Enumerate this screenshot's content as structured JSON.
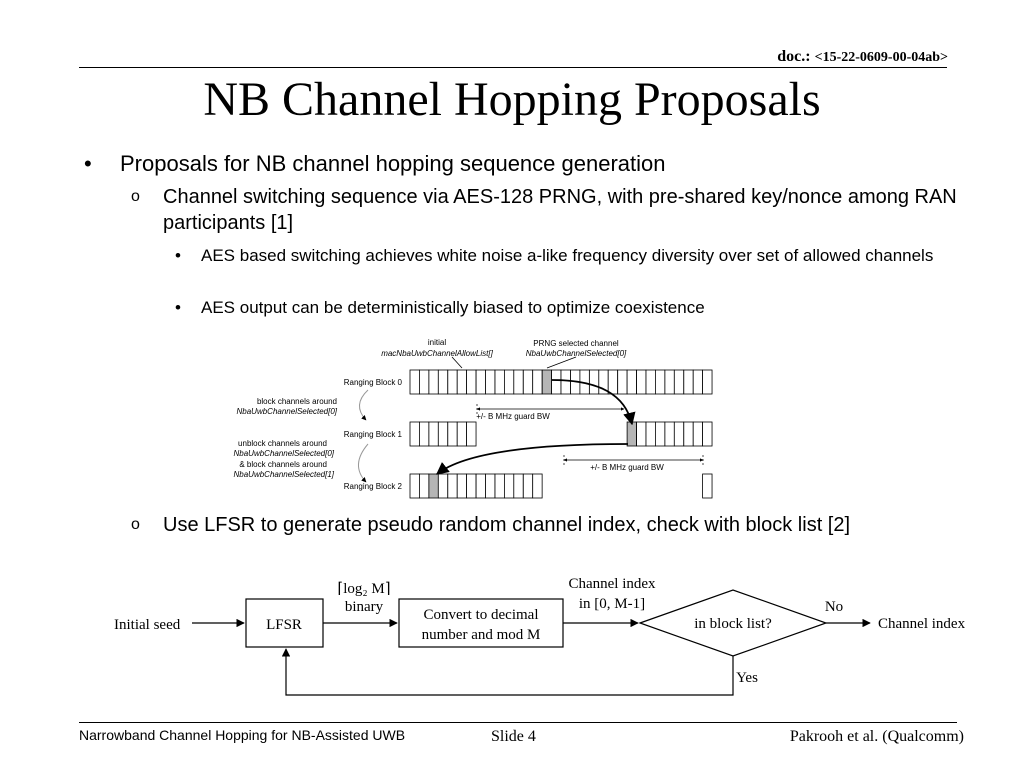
{
  "header": {
    "doc_label": "doc.:",
    "doc_id": "<15-22-0609-00-04ab>",
    "title": "NB Channel Hopping Proposals"
  },
  "bullets": {
    "l1": "Proposals for NB channel hopping sequence generation",
    "l2a": "Channel switching sequence via AES-128 PRNG, with pre-shared key/nonce among RAN participants [1]",
    "l3a": "AES based switching achieves white noise a-like frequency diversity over set of allowed channels",
    "l3b": "AES output can be deterministically biased to optimize coexistence",
    "l2b": "Use LFSR to generate pseudo random channel index, check with block list [2]",
    "markers": {
      "level1": "•",
      "level2": "o",
      "level3": "•"
    }
  },
  "figure1": {
    "top_label1_line1": "initial",
    "top_label1_line2": "macNbaUwbChannelAllowList[]",
    "top_label2_line1": "PRNG selected channel",
    "top_label2_line2": "NbaUwbChannelSelected[0]",
    "block0": "Ranging Block 0",
    "block1": "Ranging Block 1",
    "block2": "Ranging Block 2",
    "note1_line1": "block channels around",
    "note1_line2": "NbaUwbChannelSelected[0]",
    "note2_line1": "unblock channels around",
    "note2_line2": "NbaUwbChannelSelected[0]",
    "note2_line3": "& block channels around",
    "note2_line4": "NbaUwbChannelSelected[1]",
    "guard1": "+/- B MHz guard BW",
    "guard2": "+/- B MHz guard BW"
  },
  "flowchart": {
    "initial_seed": "Initial seed",
    "lfsr": "LFSR",
    "binary_top": "⌈log₂ M⌉",
    "binary_bottom": "binary",
    "convert_line1": "Convert to decimal",
    "convert_line2": "number and mod M",
    "channel_idx_line1": "Channel index",
    "channel_idx_line2": "in [0, M-1]",
    "decision": "in block list?",
    "no": "No",
    "yes": "Yes",
    "output": "Channel index"
  },
  "footer": {
    "left": "Narrowband Channel Hopping for NB-Assisted UWB",
    "center": "Slide 4",
    "right": "Pakrooh et al. (Qualcomm)"
  }
}
